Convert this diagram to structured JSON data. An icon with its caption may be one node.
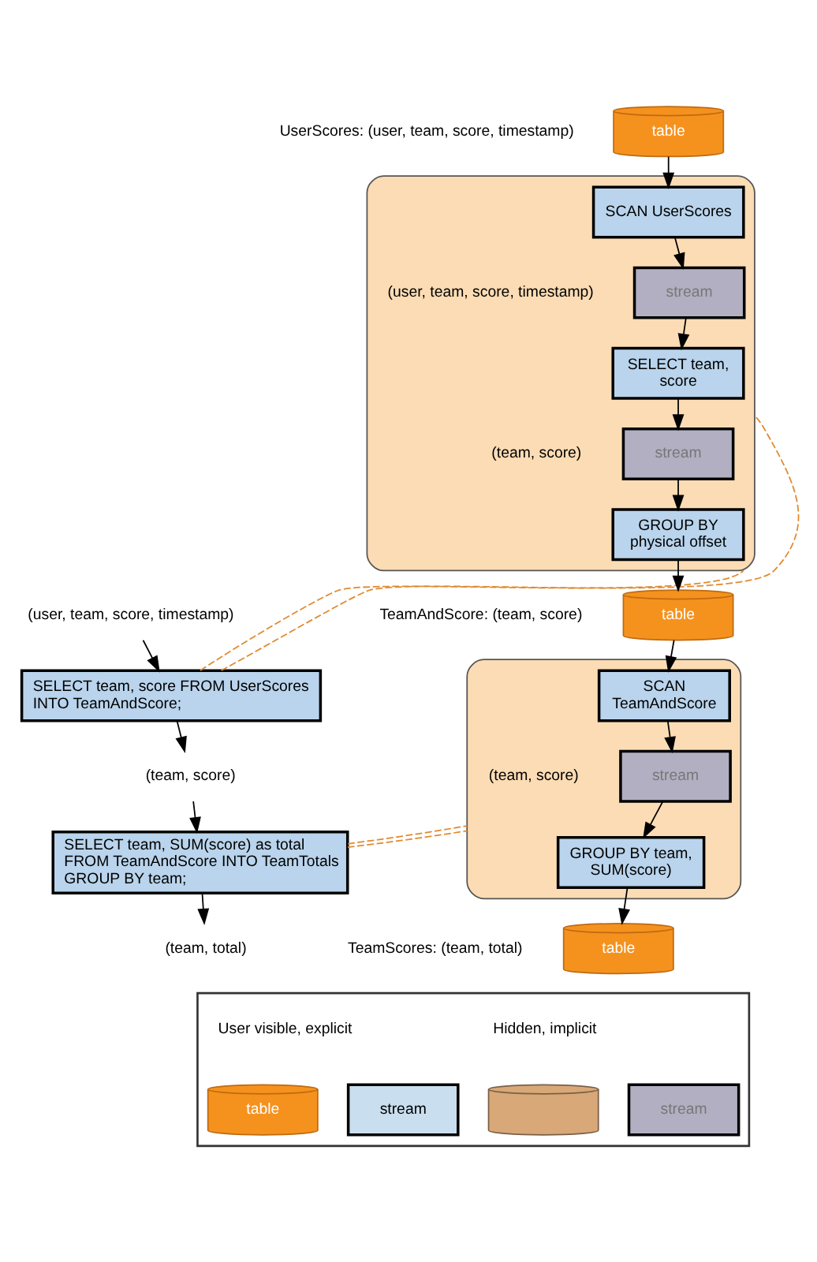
{
  "diagram": {
    "nodes": [
      {
        "text": [
          "(user, team, score, timestamp)"
        ]
      },
      {
        "text": [
          "SELECT team, score FROM UserScores INTO TeamAndScore;"
        ]
      },
      {
        "text": [
          "(team, score)"
        ]
      },
      {
        "text": [
          "SELECT team, SUM(score) as total FROM TeamAndScore INTO TeamTotals GROUP BY team;"
        ]
      },
      {
        "text": [
          "(team, total)"
        ]
      },
      {
        "text": [
          "table"
        ],
        "beside": [
          "UserScores: (user, team, score, timestamp)"
        ]
      },
      {
        "text": [],
        "shape": "box"
      },
      {
        "text": [
          "SCAN UserScores"
        ],
        "in": 6
      },
      {
        "text": [
          "stream"
        ],
        "beside": [
          "(user, team, score, timestamp)"
        ],
        "in": 6
      },
      {
        "text": [
          "SELECT team, score"
        ],
        "in": 6
      },
      {
        "text": [
          "stream"
        ],
        "beside": [
          "(team, score)"
        ],
        "in": 6
      },
      {
        "text": [
          "GROUP BY physical offset"
        ],
        "in": 6
      },
      {
        "text": [
          "table"
        ],
        "beside": [
          "TeamAndScore: (team, score)"
        ]
      },
      {
        "text": [],
        "shape": "box"
      },
      {
        "text": [
          "SCAN TeamAndScore"
        ],
        "in": 13
      },
      {
        "text": [
          "stream"
        ],
        "beside": [
          "(team, score)"
        ],
        "in": 13
      },
      {
        "text": [
          "GROUP BY team, SUM(score)"
        ],
        "in": 13
      },
      {
        "text": [
          "table"
        ],
        "beside": [
          "TeamScores: (team, total)"
        ]
      },
      {
        "text": [],
        "shape": "box"
      },
      {
        "text": [
          "table"
        ],
        "in": 18
      },
      {
        "text": [
          "stream"
        ],
        "in": 18
      },
      {
        "text": [],
        "shape": "cylinder",
        "in": 18
      },
      {
        "text": [
          "stream"
        ],
        "in": 18
      }
    ],
    "edges": [
      {
        "from": 0,
        "to": 1,
        "arrow": "to"
      },
      {
        "from": 1,
        "to": 2,
        "arrow": "to"
      },
      {
        "from": 2,
        "to": 3,
        "arrow": "to"
      },
      {
        "from": 3,
        "to": 4,
        "arrow": "to"
      },
      {
        "from": 5,
        "to": 7,
        "arrow": "to"
      },
      {
        "from": 7,
        "to": 8,
        "arrow": "to"
      },
      {
        "from": 8,
        "to": 9,
        "arrow": "to"
      },
      {
        "from": 9,
        "to": 10,
        "arrow": "to"
      },
      {
        "from": 10,
        "to": 11,
        "arrow": "to"
      },
      {
        "from": 11,
        "to": 12,
        "arrow": "to"
      },
      {
        "from": 12,
        "to": 14,
        "arrow": "to"
      },
      {
        "from": 14,
        "to": 15,
        "arrow": "to"
      },
      {
        "from": 15,
        "to": 16,
        "arrow": "to"
      },
      {
        "from": 16,
        "to": 17,
        "arrow": "to"
      },
      {
        "from": 1,
        "to": 6,
        "arrow": "none",
        "style": "dashed",
        "color": "#e08a30"
      },
      {
        "from": 1,
        "to": 6,
        "arrow": "none",
        "style": "dashed",
        "color": "#e08a30"
      },
      {
        "from": 3,
        "to": 13,
        "arrow": "none",
        "style": "dashed",
        "color": "#e08a30"
      },
      {
        "from": 3,
        "to": 13,
        "arrow": "none",
        "style": "dashed",
        "color": "#e08a30"
      }
    ],
    "legend": [
      {
        "text": "User visible, explicit"
      },
      {
        "text": "Hidden, implicit"
      }
    ]
  }
}
